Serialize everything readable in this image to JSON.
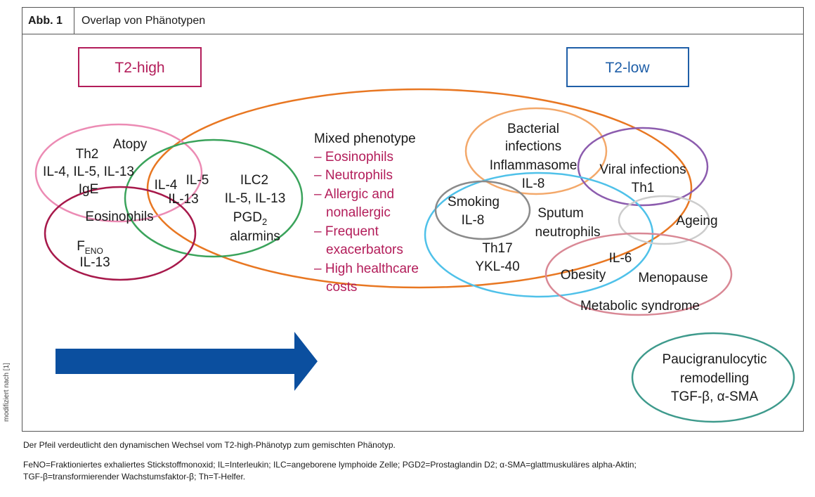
{
  "header": {
    "figure_label": "Abb. 1",
    "title": "Overlap von Phänotypen"
  },
  "side_note": "modifiziert nach [1]",
  "colors": {
    "t2_high": "#b31d5a",
    "t2_low": "#1f5fa8",
    "mixed": "#e87722",
    "atopy": "#ec8bb4",
    "ilc2": "#3aa35b",
    "eosinophils": "#a7194b",
    "bacterial": "#f3a86a",
    "viral": "#8c5cae",
    "smoking": "#8b8b8b",
    "sputum": "#4fc1e9",
    "ageing": "#cccccc",
    "obesity": "#d98895",
    "pauci": "#3e9a8c",
    "arrow": "#0b4f9f"
  },
  "labels": {
    "t2_high": "T2-high",
    "t2_low": "T2-low",
    "atopy": "Atopy",
    "th2_lines": [
      "Th2",
      "IL-4, IL-5, IL-13",
      "IgE"
    ],
    "eosinophils": "Eosinophils",
    "feno_main": "F",
    "feno_sub": "ENO",
    "il13": "IL-13",
    "ilc_il4": "IL-4",
    "ilc_il5": "IL-5",
    "ilc_il13": "IL-13",
    "ilc2_lines": [
      "ILC2",
      "IL-5, IL-13"
    ],
    "pgd_main": "PGD",
    "pgd_sub": "2",
    "alarmins": "alarmins",
    "mixed_title": "Mixed phenotype",
    "mixed_items": [
      "– Eosinophils",
      "– Neutrophils",
      "– Allergic and",
      "nonallergic",
      "– Frequent",
      "exacerbators",
      "– High healthcare",
      "costs"
    ],
    "bacterial_lines": [
      "Bacterial",
      "infections",
      "Inflammasome",
      "IL-8"
    ],
    "viral_lines": [
      "Viral infections",
      "Th1"
    ],
    "smoking_lines": [
      "Smoking",
      "IL-8"
    ],
    "sputum_lines": [
      "Sputum",
      "neutrophils"
    ],
    "th17_lines": [
      "Th17",
      "YKL-40"
    ],
    "ageing": "Ageing",
    "il6": "IL-6",
    "obesity": "Obesity",
    "menopause": "Menopause",
    "metabolic": "Metabolic syndrome",
    "pauci_lines": [
      "Paucigranulocytic",
      "remodelling",
      "TGF-β, α-SMA"
    ]
  },
  "captions": [
    "Der Pfeil verdeutlicht den dynamischen Wechsel vom T2-high-Phänotyp zum gemischten Phänotyp.",
    "FeNO=Fraktioniertes exhaliertes Stickstoffmonoxid; IL=Interleukin; ILC=angeborene lymphoide Zelle; PGD2=Prostaglandin D2; α-SMA=glattmuskuläres alpha-Aktin;",
    "TGF-β=transformierender Wachstumsfaktor-β; Th=T-Helfer."
  ]
}
